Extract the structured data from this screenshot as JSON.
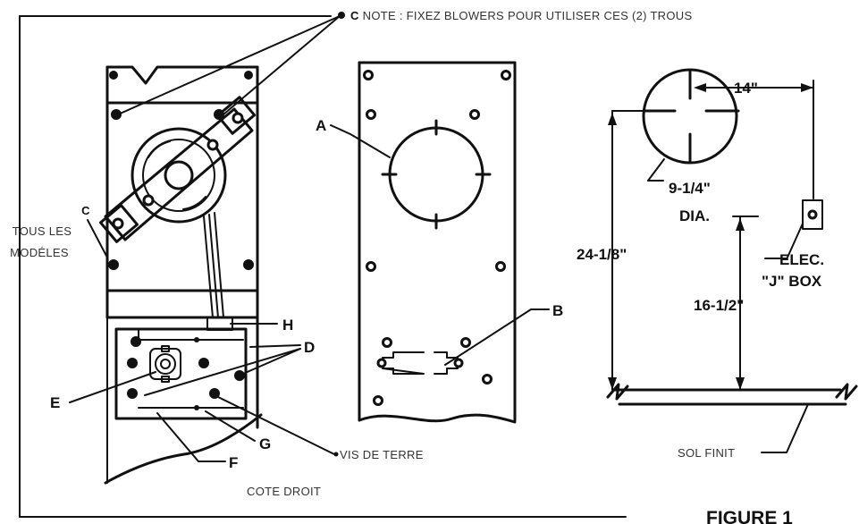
{
  "note": {
    "prefix": "C",
    "text": "NOTE : FIXEZ BLOWERS POUR UTILISER CES (2) TROUS"
  },
  "left_labels": {
    "c": "C",
    "line1": "TOUS LES",
    "line2": "MODÉLES"
  },
  "callouts": {
    "a": "A",
    "b": "B",
    "d": "D",
    "e": "E",
    "f": "F",
    "g": "G",
    "h": "H"
  },
  "captions": {
    "ground_screw": "VIS DE TERRE",
    "right_side": "COTE DROIT",
    "finished_floor": "SOL FINIT"
  },
  "dimensions": {
    "offset": "14\"",
    "diameter": "9-1/4\"",
    "dia": "DIA.",
    "height": "24-1/8\"",
    "box_height": "16-1/2\"",
    "elec": "ELEC.",
    "jbox": "\"J\"  BOX"
  },
  "figure_title": "FIGURE 1"
}
